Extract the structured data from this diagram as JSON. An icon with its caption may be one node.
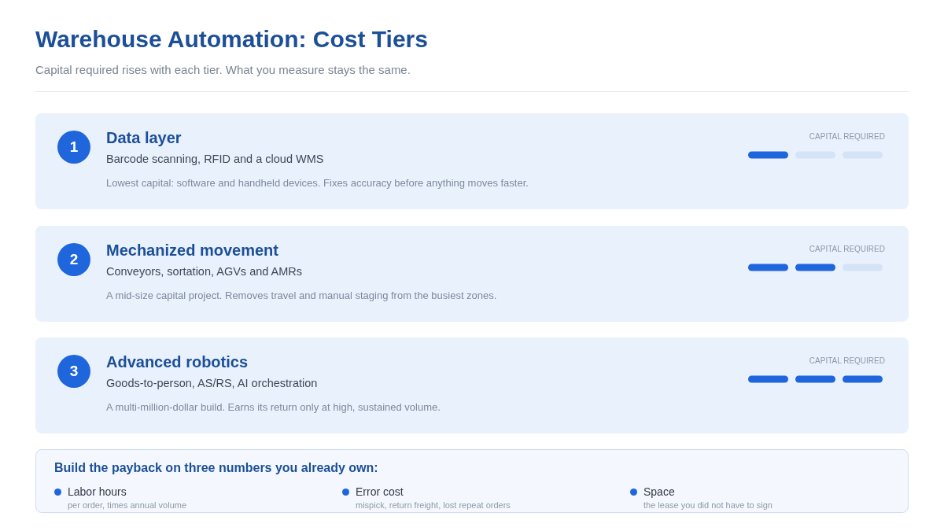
{
  "diagram": {
    "title": "Warehouse Automation: Cost Tiers",
    "nodes": [
      {
        "text": [
          "Data layer",
          "Barcode scanning, RFID and a cloud WMS",
          "Lowest capital: software and handheld devices. Fixes accuracy before anything moves faster.",
          "CAPITAL REQUIRED"
        ]
      },
      {
        "text": [
          "1"
        ],
        "in": 0
      },
      {
        "text": [
          "Mechanized movement",
          "Conveyors, sortation, AGVs and AMRs",
          "A mid-size capital project. Removes travel and manual staging from the busiest zones.",
          "CAPITAL REQUIRED"
        ]
      },
      {
        "text": [
          "2"
        ],
        "in": 2
      },
      {
        "text": [
          "Advanced robotics",
          "Goods-to-person, AS/RS, AI orchestration",
          "A multi-million-dollar build. Earns its return only at high, sustained volume.",
          "CAPITAL REQUIRED"
        ]
      },
      {
        "text": [
          "3"
        ],
        "in": 4
      },
      {
        "text": [
          "Build the payback on three numbers you already own:",
          "Labor hours",
          "per order, times annual volume",
          "Error cost",
          "mispick, return freight, lost repeat orders",
          "Space",
          "the lease you did not have to sign"
        ]
      }
    ],
    "labels": [
      "Capital required rises with each tier. What you measure stays the same."
    ]
  }
}
